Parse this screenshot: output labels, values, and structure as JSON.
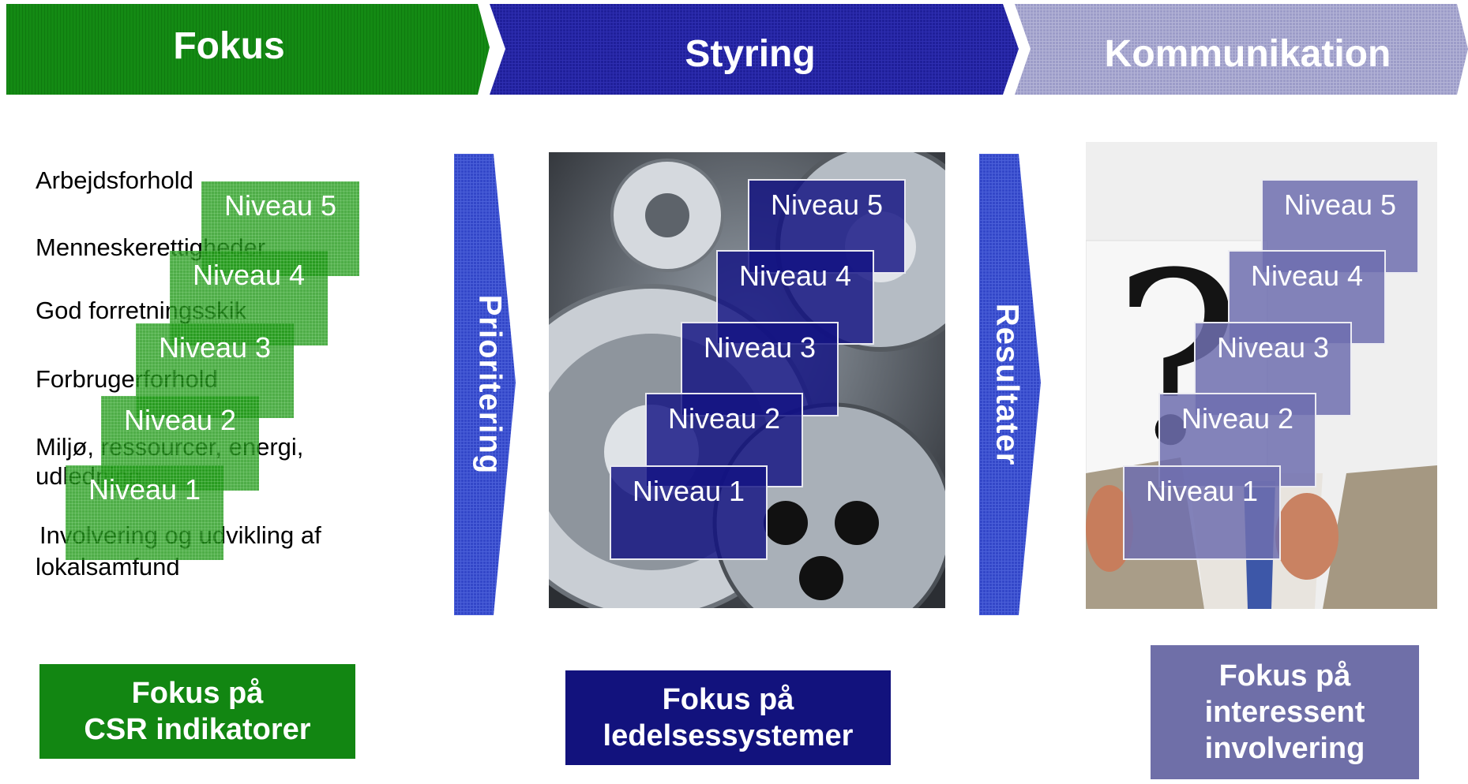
{
  "header": {
    "stages": [
      {
        "label": "Fokus",
        "color": "#128612"
      },
      {
        "label": "Styring",
        "color": "#1d1d96"
      },
      {
        "label": "Kommunikation",
        "color": "#9a9ac6"
      }
    ]
  },
  "topics": [
    "Arbejdsforhold",
    "Menneskerettigheder",
    "God forretningsskik",
    "Forbrugerforhold",
    "Miljø, ressourcer, energi,",
    "udledning",
    "Involvering og udvikling af",
    "lokalsamfund"
  ],
  "levels": {
    "green": [
      "Niveau 5",
      "Niveau 4",
      "Niveau 3",
      "Niveau 2",
      "Niveau 1"
    ],
    "navy": [
      "Niveau 5",
      "Niveau 4",
      "Niveau 3",
      "Niveau 2",
      "Niveau 1"
    ],
    "violet": [
      "Niveau 5",
      "Niveau 4",
      "Niveau 3",
      "Niveau 2",
      "Niveau 1"
    ]
  },
  "arrows": {
    "left": "Prioritering",
    "right": "Resultater"
  },
  "bottom": {
    "green": {
      "line1": "Fokus på",
      "line2": "CSR indikatorer",
      "color": "#128612"
    },
    "navy": {
      "line1": "Fokus på",
      "line2": "ledelsessystemer",
      "color": "#12127d"
    },
    "violet": {
      "line1": "Fokus på",
      "line2": "interessent",
      "line3": "involvering",
      "color": "#6f6fa8"
    }
  }
}
